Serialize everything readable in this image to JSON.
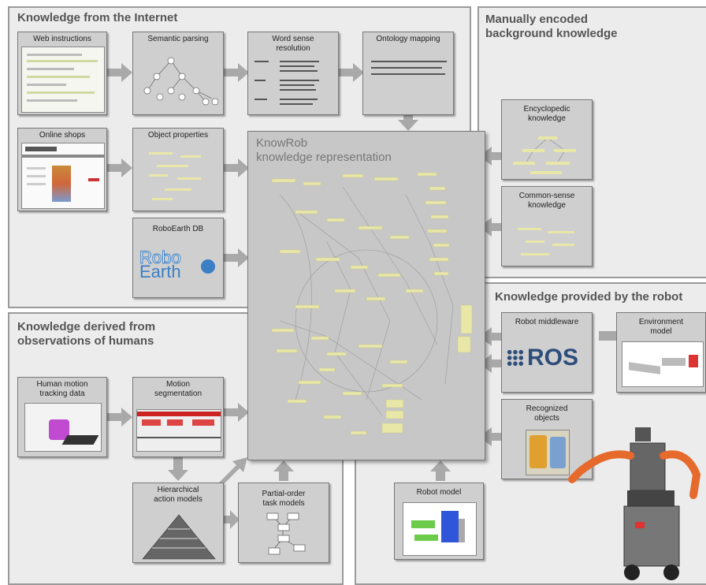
{
  "regions": {
    "internet": "Knowledge from the Internet",
    "manual": "Manually encoded\nbackground knowledge",
    "robot": "Knowledge provided by the robot",
    "humans": "Knowledge derived from\nobservations of humans"
  },
  "core": {
    "title": "KnowRob\nknowledge representation"
  },
  "boxes": {
    "web_instructions": "Web instructions",
    "semantic_parsing": "Semantic parsing",
    "word_sense": "Word sense\nresolution",
    "ontology_mapping": "Ontology mapping",
    "online_shops": "Online shops",
    "object_properties": "Object properties",
    "roboearth_db": "RoboEarth DB",
    "encyclopedic": "Encyclopedic\nknowledge",
    "common_sense": "Common-sense\nknowledge",
    "robot_middleware": "Robot middleware",
    "environment_model": "Environment\nmodel",
    "recognized_objects": "Recognized\nobjects",
    "robot_model": "Robot model",
    "human_motion": "Human motion\ntracking data",
    "motion_segmentation": "Motion\nsegmentation",
    "hierarchical_action": "Hierarchical\naction models",
    "partial_order": "Partial-order\ntask models"
  },
  "logos": {
    "roboearth_top": "Robo",
    "roboearth_bottom": "Earth",
    "ros": "ROS"
  },
  "colors": {
    "region_bg": "#ececec",
    "box_bg": "#cfcfcf",
    "arrow": "#a9a9a9",
    "node_yellow": "#e9e7a8",
    "ros_blue": "#2e4d7a",
    "roboearth_blue": "#3b7fc4"
  }
}
